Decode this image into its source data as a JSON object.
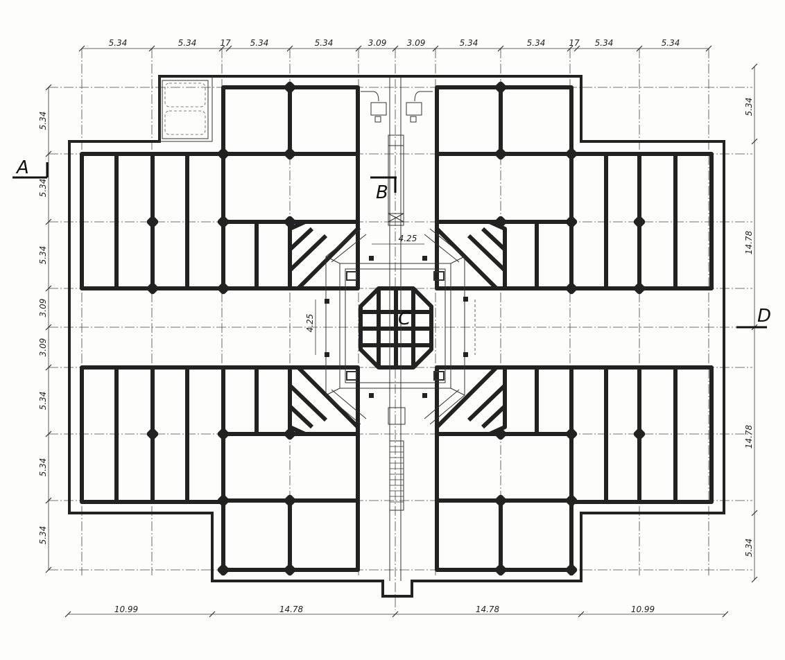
{
  "section_labels": {
    "a": "A",
    "b": "B",
    "c": "C",
    "d": "D"
  },
  "dims_top": [
    "5.34",
    "5.34",
    "17",
    "5.34",
    "5.34",
    "3.09",
    "3.09",
    "5.34",
    "5.34",
    "17",
    "5.34",
    "5.34"
  ],
  "dims_bottom": [
    "10.99",
    "14.78",
    "14.78",
    "10.99"
  ],
  "dims_left": [
    "5.34",
    "5.34",
    "5.34",
    "3.09",
    "3.09",
    "5.34",
    "5.34",
    "5.34"
  ],
  "dims_right": [
    "5.34",
    "14.78",
    "14.78",
    "5.34"
  ],
  "dims_center": {
    "horizontal": "4.25",
    "vertical": "4.25"
  }
}
